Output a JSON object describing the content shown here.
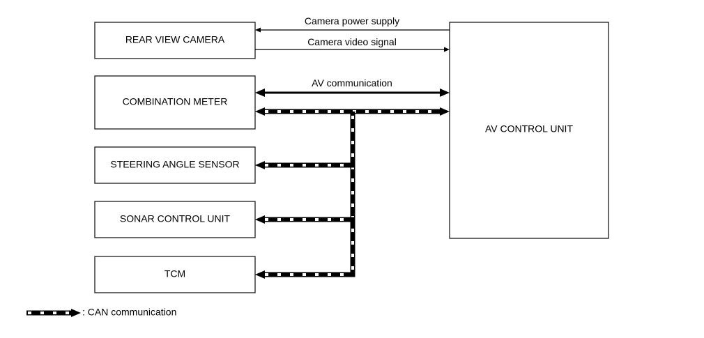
{
  "diagram": {
    "components": {
      "rear_view_camera": "REAR VIEW CAMERA",
      "combination_meter": "COMBINATION METER",
      "steering_angle_sensor": "STEERING ANGLE SENSOR",
      "sonar_control_unit": "SONAR CONTROL UNIT",
      "tcm": "TCM",
      "av_control_unit": "AV CONTROL UNIT"
    },
    "signals": {
      "camera_power_supply": "Camera power supply",
      "camera_video_signal": "Camera video signal",
      "av_communication": "AV communication"
    },
    "connections": [
      {
        "from": "AV CONTROL UNIT",
        "to": "REAR VIEW CAMERA",
        "signal": "Camera power supply",
        "style": "thin"
      },
      {
        "from": "REAR VIEW CAMERA",
        "to": "AV CONTROL UNIT",
        "signal": "Camera video signal",
        "style": "thin"
      },
      {
        "from": "COMBINATION METER",
        "to": "AV CONTROL UNIT",
        "signal": "AV communication",
        "style": "thick",
        "bidirectional": true
      },
      {
        "from": "AV CONTROL UNIT",
        "to": "COMBINATION METER",
        "signal": "CAN communication",
        "style": "can",
        "bidirectional": true
      },
      {
        "from": "CAN bus",
        "to": "STEERING ANGLE SENSOR",
        "signal": "CAN communication",
        "style": "can"
      },
      {
        "from": "CAN bus",
        "to": "SONAR CONTROL UNIT",
        "signal": "CAN communication",
        "style": "can"
      },
      {
        "from": "CAN bus",
        "to": "TCM",
        "signal": "CAN communication",
        "style": "can"
      }
    ],
    "legend": {
      "can_label": ": CAN communication"
    }
  }
}
